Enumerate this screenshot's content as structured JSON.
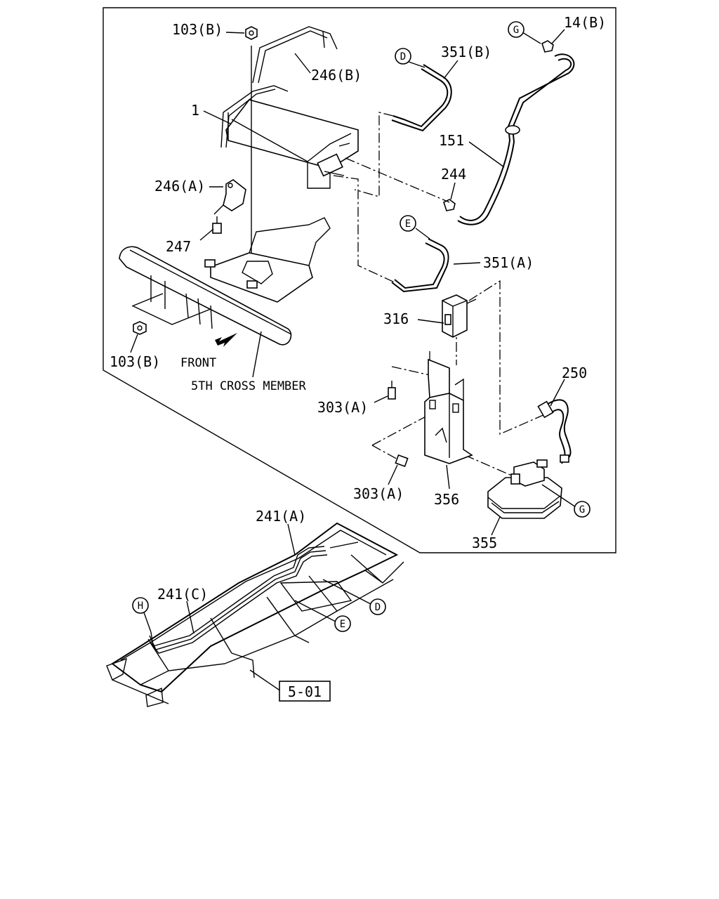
{
  "labels": {
    "l103b_top": "103(B)",
    "l246b": "246(B)",
    "l1": "1",
    "l246a": "246(A)",
    "l247": "247",
    "l103b_bot": "103(B)",
    "front": "FRONT",
    "cross_member": "5TH CROSS MEMBER",
    "l351b": "351(B)",
    "l14b": "14(B)",
    "l151": "151",
    "l244": "244",
    "l351a": "351(A)",
    "l316": "316",
    "l303a_top": "303(A)",
    "l303a_bot": "303(A)",
    "l356": "356",
    "l250": "250",
    "l355": "355",
    "l241a": "241(A)",
    "l241c": "241(C)",
    "ref": "5-01"
  },
  "callouts": {
    "d1": "D",
    "g1": "G",
    "e1": "E",
    "g2": "G",
    "h1": "H",
    "d2": "D",
    "e2": "E"
  }
}
